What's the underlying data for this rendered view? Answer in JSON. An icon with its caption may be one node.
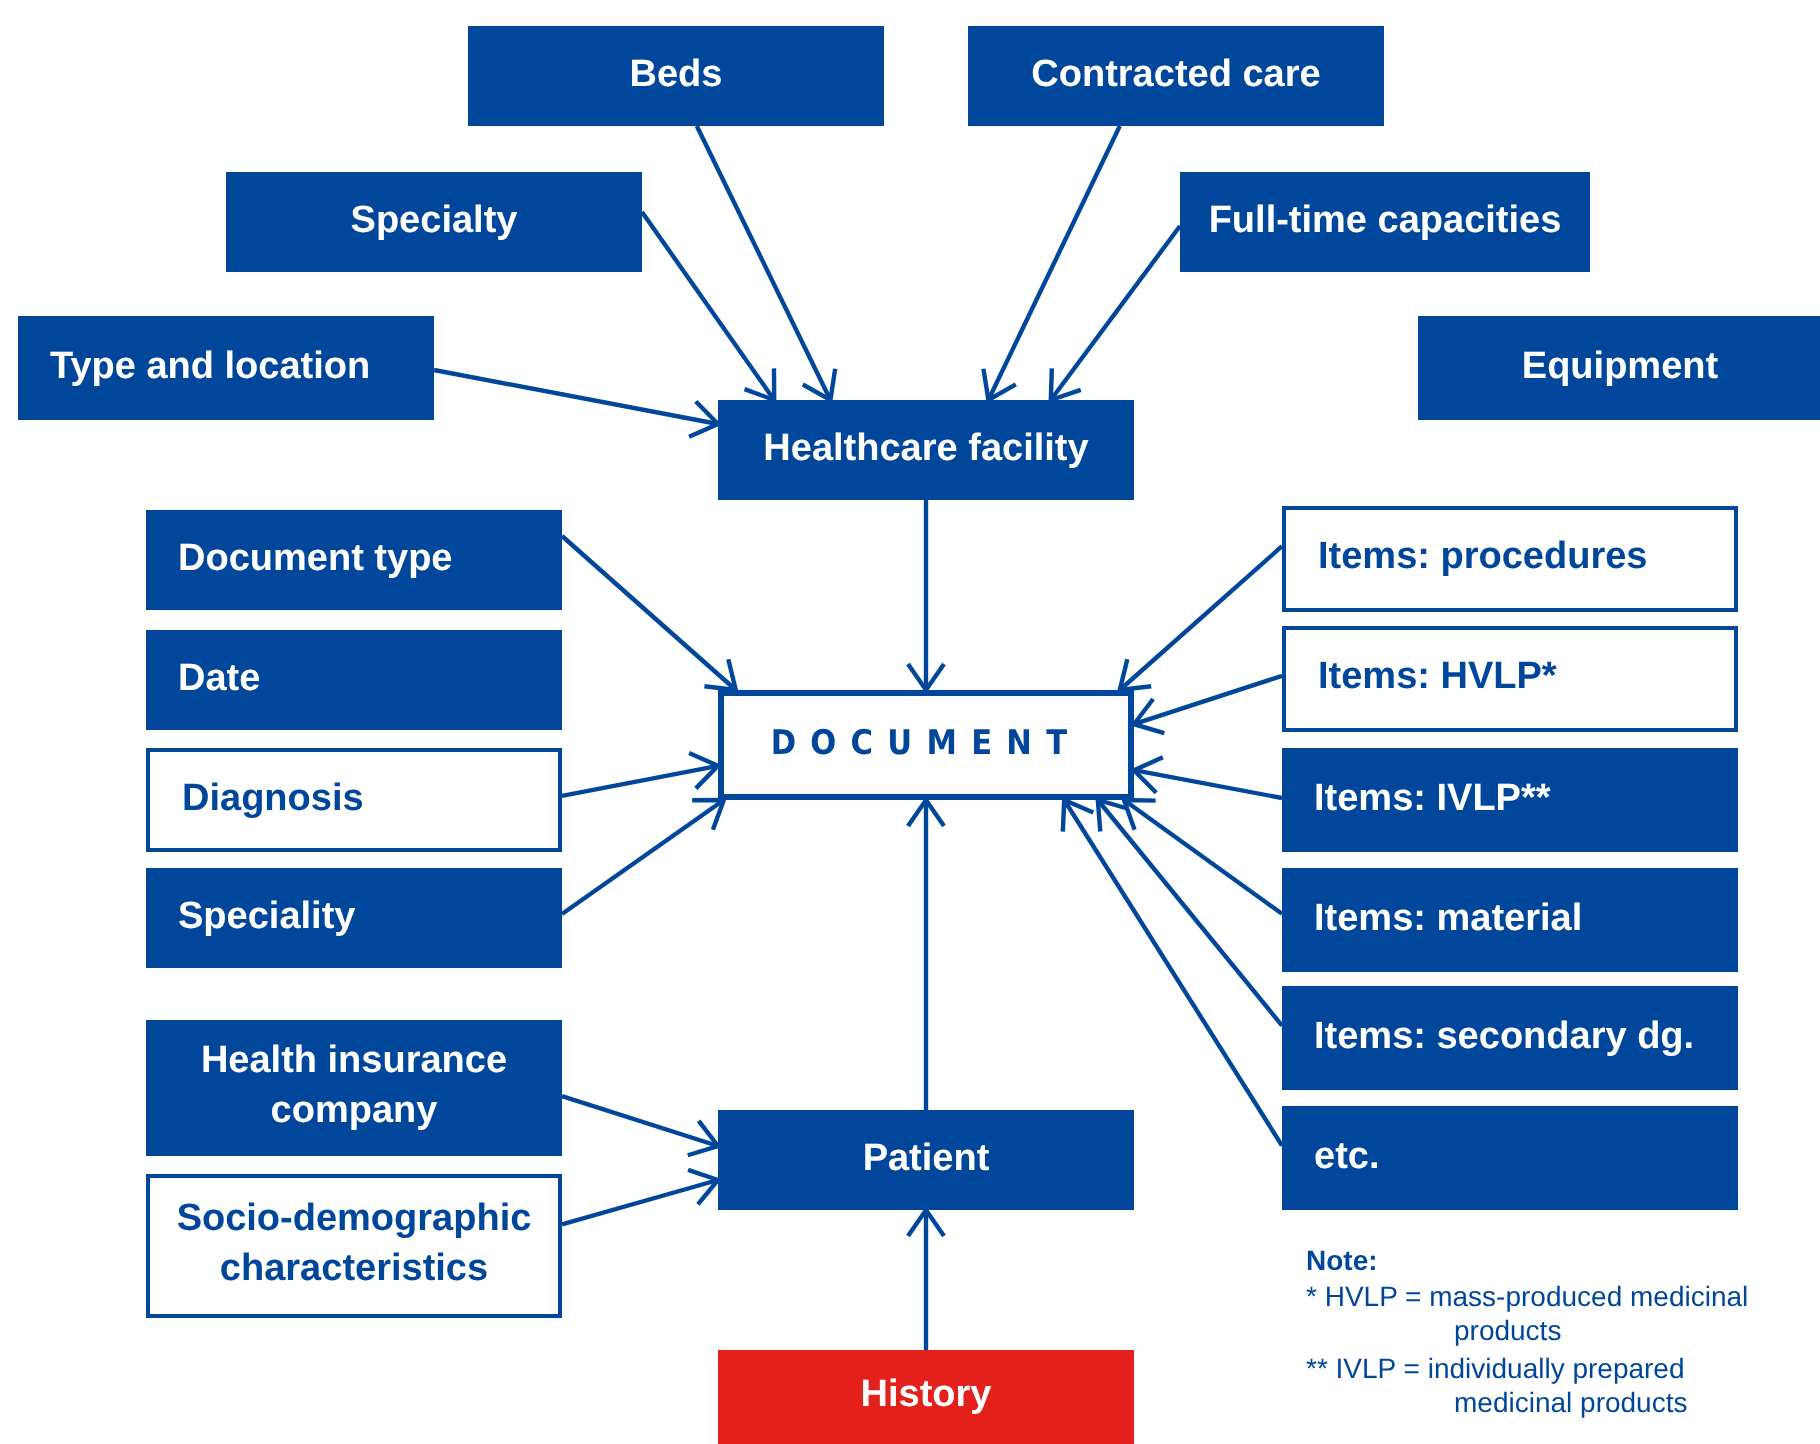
{
  "diagram": {
    "nodes": [
      {
        "text": [
          "Beds"
        ]
      },
      {
        "text": [
          "Contracted care"
        ]
      },
      {
        "text": [
          "Specialty"
        ]
      },
      {
        "text": [
          "Full-time capacities"
        ]
      },
      {
        "text": [
          "Type and location"
        ]
      },
      {
        "text": [
          "Equipment"
        ]
      },
      {
        "text": [
          "Healthcare facility"
        ]
      },
      {
        "text": [
          "Document type"
        ]
      },
      {
        "text": [
          "Date"
        ]
      },
      {
        "text": [
          "Diagnosis"
        ]
      },
      {
        "text": [
          "Speciality"
        ]
      },
      {
        "text": [
          "DOCUMENT"
        ]
      },
      {
        "text": [
          "Items: procedures"
        ]
      },
      {
        "text": [
          "Items: HVLP*"
        ]
      },
      {
        "text": [
          "Items: IVLP**"
        ]
      },
      {
        "text": [
          "Items: material"
        ]
      },
      {
        "text": [
          "Items: secondary dg."
        ]
      },
      {
        "text": [
          "etc."
        ]
      },
      {
        "text": [
          "Health insurance company"
        ]
      },
      {
        "text": [
          "Socio-demographic characteristics"
        ]
      },
      {
        "text": [
          "Patient"
        ]
      },
      {
        "text": [
          "History"
        ]
      }
    ],
    "edges": [
      {
        "from": 0,
        "to": 6,
        "arrow": "to"
      },
      {
        "from": 1,
        "to": 6,
        "arrow": "to"
      },
      {
        "from": 2,
        "to": 6,
        "arrow": "to"
      },
      {
        "from": 3,
        "to": 6,
        "arrow": "to"
      },
      {
        "from": 4,
        "to": 6,
        "arrow": "to"
      },
      {
        "from": 6,
        "to": 11,
        "arrow": "to"
      },
      {
        "from": 7,
        "to": 11,
        "arrow": "to"
      },
      {
        "from": 9,
        "to": 11,
        "arrow": "to"
      },
      {
        "from": 10,
        "to": 11,
        "arrow": "to"
      },
      {
        "from": 12,
        "to": 11,
        "arrow": "to"
      },
      {
        "from": 13,
        "to": 11,
        "arrow": "to"
      },
      {
        "from": 14,
        "to": 11,
        "arrow": "to"
      },
      {
        "from": 15,
        "to": 11,
        "arrow": "to"
      },
      {
        "from": 16,
        "to": 11,
        "arrow": "to"
      },
      {
        "from": 17,
        "to": 11,
        "arrow": "to"
      },
      {
        "from": 20,
        "to": 11,
        "arrow": "to"
      },
      {
        "from": 18,
        "to": 20,
        "arrow": "to"
      },
      {
        "from": 19,
        "to": 20,
        "arrow": "to"
      },
      {
        "from": 21,
        "to": 20,
        "arrow": "to"
      }
    ],
    "labels": [
      "Note:",
      "* HVLP = mass-produced medicinal products",
      "** IVLP = individually prepared medicinal products"
    ]
  }
}
